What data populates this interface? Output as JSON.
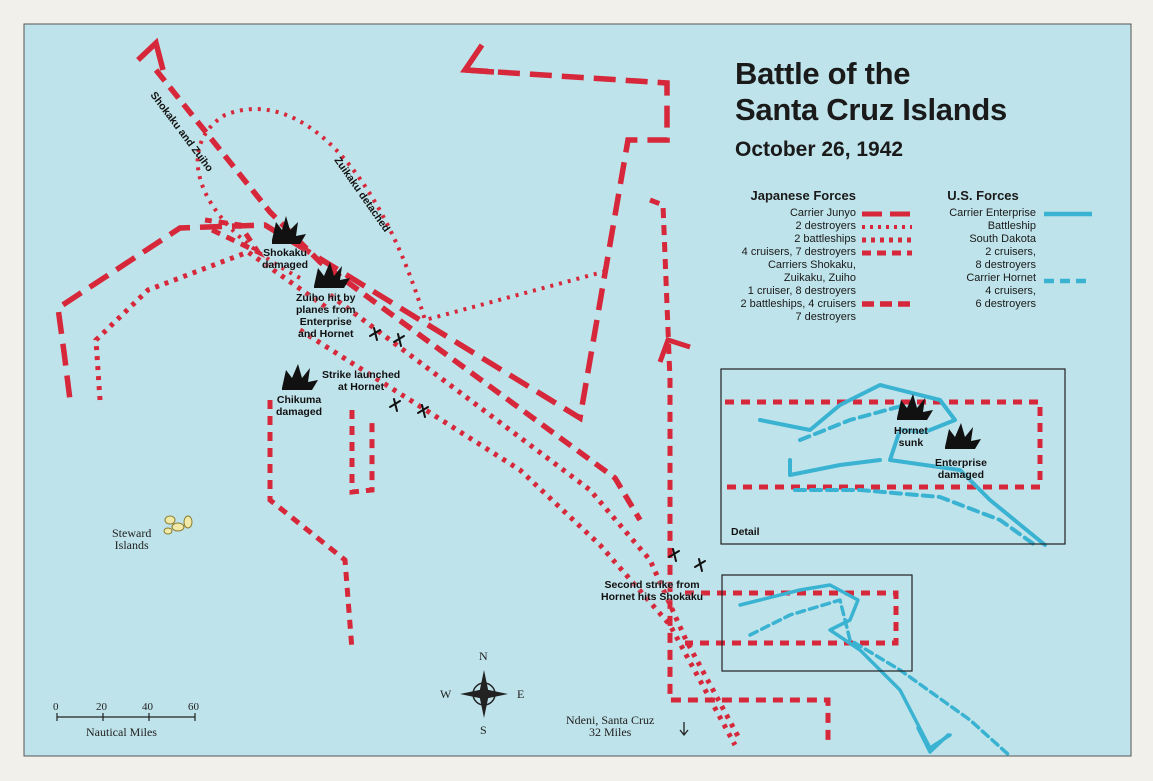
{
  "title": "Battle of the",
  "title_line2": "Santa Cruz Islands",
  "subtitle": "October 26, 1942",
  "colors": {
    "water": "#bfe3ea",
    "japanese": "#d6283a",
    "us": "#3ab3d3",
    "frame": "#222222"
  },
  "legend": {
    "japanese": {
      "heading": "Japanese Forces",
      "items": [
        {
          "label": "Carrier Junyo",
          "style": "long-dash"
        },
        {
          "label": "2 destroyers",
          "style": "dotted"
        },
        {
          "label": "2 battleships",
          "style": "dotted"
        },
        {
          "label": "4 cruisers, 7 destroyers",
          "style": "short-dash"
        },
        {
          "label": "Carriers Shokaku,",
          "style": ""
        },
        {
          "label": "Zuikaku, Zuiho",
          "style": ""
        },
        {
          "label": "1 cruiser, 8 destroyers",
          "style": ""
        },
        {
          "label": "2 battleships, 4 cruisers",
          "style": "heavy-dash"
        },
        {
          "label": "7 destroyers",
          "style": ""
        }
      ]
    },
    "us": {
      "heading": "U.S. Forces",
      "items": [
        {
          "label": "Carrier Enterprise",
          "style": "solid"
        },
        {
          "label": "Battleship",
          "style": ""
        },
        {
          "label": "South Dakota",
          "style": ""
        },
        {
          "label": "2 cruisers,",
          "style": ""
        },
        {
          "label": "8 destroyers",
          "style": ""
        },
        {
          "label": "Carrier Hornet",
          "style": "dashed"
        },
        {
          "label": "4 cruisers,",
          "style": ""
        },
        {
          "label": "6 destroyers",
          "style": ""
        }
      ]
    }
  },
  "annotations": {
    "shokaku_zuiho": "Shokaku and Zuiho",
    "zuikaku_detached": "Zuikaku detached",
    "shokaku_damaged_1": "Shokaku",
    "shokaku_damaged_2": "damaged",
    "zuiho_hit_1": "Zuiho hit by",
    "zuiho_hit_2": "planes from",
    "zuiho_hit_3": "Enterprise",
    "zuiho_hit_4": "and Hornet",
    "strike_1": "Strike launched",
    "strike_2": "at Hornet",
    "chikuma_1": "Chikuma",
    "chikuma_2": "damaged",
    "second_strike_1": "Second strike from",
    "second_strike_2": "Hornet hits Shokaku",
    "hornet_sunk_1": "Hornet",
    "hornet_sunk_2": "sunk",
    "enterprise_damaged_1": "Enterprise",
    "enterprise_damaged_2": "damaged",
    "detail": "Detail",
    "steward_1": "Steward",
    "steward_2": "Islands",
    "ndeni_1": "Ndeni, Santa Cruz",
    "ndeni_2": "32 Miles"
  },
  "compass": {
    "n": "N",
    "s": "S",
    "e": "E",
    "w": "W"
  },
  "scale": {
    "ticks": [
      "0",
      "20",
      "40",
      "60"
    ],
    "label": "Nautical Miles"
  }
}
